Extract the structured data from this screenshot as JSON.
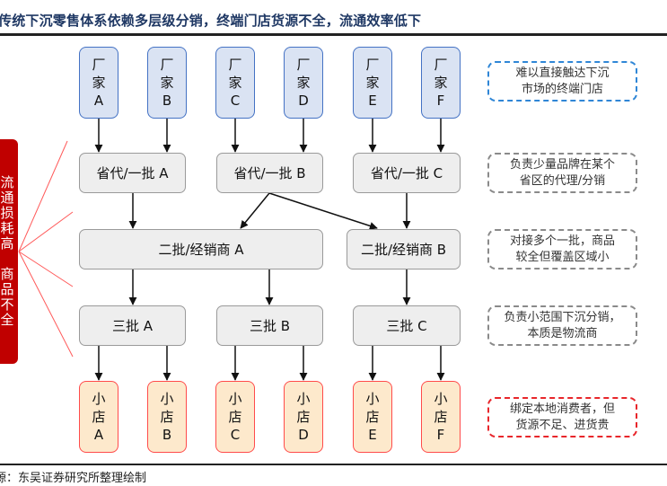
{
  "header": {
    "title": "传统下沉零售体系依赖多层级分销，终端门店货源不全，流通效率低下"
  },
  "side_label": {
    "chars": [
      "流",
      "通",
      "损",
      "耗",
      "高",
      "",
      "商",
      "品",
      "不",
      "全"
    ]
  },
  "factories": [
    {
      "line1": "厂",
      "line2": "家",
      "id": "A"
    },
    {
      "line1": "厂",
      "line2": "家",
      "id": "B"
    },
    {
      "line1": "厂",
      "line2": "家",
      "id": "C"
    },
    {
      "line1": "厂",
      "line2": "家",
      "id": "D"
    },
    {
      "line1": "厂",
      "line2": "家",
      "id": "E"
    },
    {
      "line1": "厂",
      "line2": "家",
      "id": "F"
    }
  ],
  "tier1": [
    "省代/一批 A",
    "省代/一批 B",
    "省代/一批 C"
  ],
  "tier2": [
    "二批/经销商 A",
    "二批/经销商 B"
  ],
  "tier3": [
    "三批 A",
    "三批 B",
    "三批 C"
  ],
  "shops": [
    {
      "line1": "小",
      "line2": "店",
      "id": "A"
    },
    {
      "line1": "小",
      "line2": "店",
      "id": "B"
    },
    {
      "line1": "小",
      "line2": "店",
      "id": "C"
    },
    {
      "line1": "小",
      "line2": "店",
      "id": "D"
    },
    {
      "line1": "小",
      "line2": "店",
      "id": "E"
    },
    {
      "line1": "小",
      "line2": "店",
      "id": "F"
    }
  ],
  "notes": [
    {
      "text1": "难以直接触达下沉",
      "text2": "市场的终端门店"
    },
    {
      "text1": "负责少量品牌在某个",
      "text2": "省区的代理/分销"
    },
    {
      "text1": "对接多个一批，商品",
      "text2": "较全但覆盖区域小"
    },
    {
      "text1": "负责小范围下沉分销，",
      "text2": "本质是物流商"
    },
    {
      "text1": "绑定本地消费者，但",
      "text2": "货源不足、进货贵"
    }
  ],
  "source": "源：东吴证券研究所整理绘制",
  "colors": {
    "factory_fill": "#dae3f3",
    "factory_border": "#4472c4",
    "shop_fill": "#fde9cc",
    "shop_border": "#ff4b4b",
    "tier_fill": "#eeeeee",
    "side_fill": "#c00000",
    "title": "#1f3864"
  }
}
